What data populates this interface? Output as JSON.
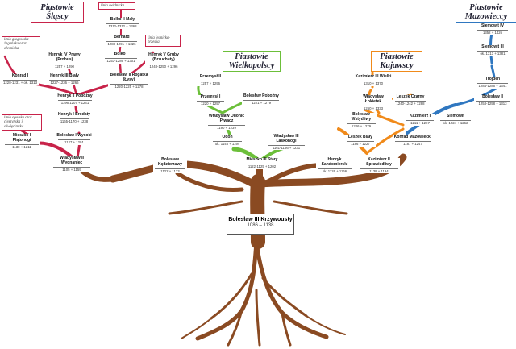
{
  "lines": {
    "silesia": "Piastowie Śląscy",
    "greater_poland": "Piastowie Wielkopolscy",
    "kuyavia": "Piastowie Kujawscy",
    "masovia": "Piastowie Mazowieccy"
  },
  "notes": {
    "glogow": "linia głogowska żagańska oraz oleśnicka",
    "swidnica": "linia świdnicka",
    "legnica": "linia legnicko-brzeska",
    "opole": "linia opolska oraz cieszyńska i oświęcimska"
  },
  "colors": {
    "trunk": "#8a4a22",
    "silesia": "#c8234a",
    "greater_poland": "#6cbf3a",
    "kuyavia": "#f08a1a",
    "masovia": "#2f77c0"
  },
  "root": {
    "name": "Bolesław III Krzywousty",
    "dates": "1086 – 1138"
  },
  "people": {
    "bolko2": {
      "name": "Bolko II Mały",
      "dates": "1312-1312 + 1368"
    },
    "bernard": {
      "name": "Bernard",
      "dates": "1288-1291 + 1326"
    },
    "bolko1": {
      "name": "Bolko I",
      "dates": "1253-1286 + 1301"
    },
    "henryk5": {
      "name": "Henryk V Gruby (Brzuchaty)",
      "dates": "1248-1250 + 1296"
    },
    "boleslaw2": {
      "name": "Bolesław II Rogatka (Łysy)",
      "dates": "1220-1225 + 1278"
    },
    "henryk4": {
      "name": "Henryk IV Prawy (Probus)",
      "dates": "1257 + 1290"
    },
    "henryk3": {
      "name": "Henryk III Biały",
      "dates": "1227-1236 + 1266"
    },
    "konrad1": {
      "name": "Konrad I",
      "dates": "1228-1231 + ok. 1313"
    },
    "henryk2": {
      "name": "Henryk II Pobożny",
      "dates": "1196 1207 + 1241"
    },
    "henryk1": {
      "name": "Henryk I Brodaty",
      "dates": "1165-1170 + 1238"
    },
    "mieszko_platonogi": {
      "name": "Mieszko I Plątonogi",
      "dates": "1130 + 1211"
    },
    "boleslaw_wysoki": {
      "name": "Bolesław I Wysoki",
      "dates": "1127 + 1201"
    },
    "wladyslaw2": {
      "name": "Władysław II Wygnaniec",
      "dates": "1105 + 1159"
    },
    "boleslaw_kedz": {
      "name": "Bolesław Kędzierzawy",
      "dates": "1122 + 1173"
    },
    "przemysl2": {
      "name": "Przemysł II",
      "dates": "1257 + 1296"
    },
    "przemysl1": {
      "name": "Przemysł I",
      "dates": "1220 + 1257"
    },
    "boleslaw_pobozny": {
      "name": "Bolesław Pobożny",
      "dates": "1221 + 1279"
    },
    "wladyslaw_odon": {
      "name": "Władysław Odonic Plwacz",
      "dates": "1190 + 1239"
    },
    "odon": {
      "name": "Odon",
      "dates": "ok. 1145 + 1194"
    },
    "wladyslaw_laskonogi": {
      "name": "Władysław III Laskonogi",
      "dates": "1161-1166 + 1231"
    },
    "mieszko3": {
      "name": "Mieszko III Stary",
      "dates": "1122-1125 + 1202"
    },
    "henryk_sand": {
      "name": "Henryk Sandomierski",
      "dates": "ok. 1126 + 1166"
    },
    "kazimierz_wielki": {
      "name": "Kazimierz III Wielki",
      "dates": "1310 + 1370"
    },
    "wladyslaw_lokietek": {
      "name": "Władysław Łokietek",
      "dates": "1260 + 1333"
    },
    "leszek_czarny": {
      "name": "Leszek Czarny",
      "dates": "1240-1242 + 1288"
    },
    "kazimierz_kujawski": {
      "name": "Kazimierz I",
      "dates": "1211 + 1267"
    },
    "boleslaw_wstydliwy": {
      "name": "Bolesław Wstydliwy",
      "dates": "1226 + 1279"
    },
    "leszek_bialy": {
      "name": "Leszek Biały",
      "dates": "1186 + 1227"
    },
    "konrad_mazowiecki": {
      "name": "Konrad Mazowiecki",
      "dates": "1187 + 1247"
    },
    "kazimierz_sprawiedliwy": {
      "name": "Kazimierz II Sprawiedliwy",
      "dates": "1138 + 1194"
    },
    "siemowit4": {
      "name": "Siemowit IV",
      "dates": "1352 + 1426"
    },
    "siemowit3": {
      "name": "Siemowit III",
      "dates": "ok. 1313 + 1381"
    },
    "trojden": {
      "name": "Trojden",
      "dates": "1284-1286 + 1341"
    },
    "boleslaw2maz": {
      "name": "Bolesław II",
      "dates": "1253-1258 + 1313"
    },
    "siemowit": {
      "name": "Siemowit",
      "dates": "ok. 1224 + 1262"
    }
  }
}
